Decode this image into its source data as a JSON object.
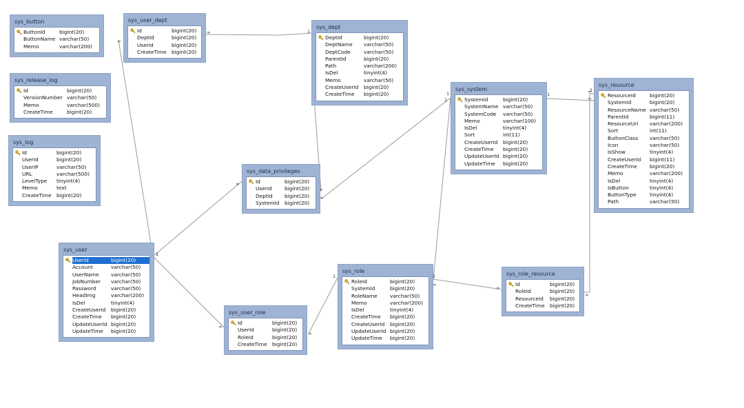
{
  "tables": [
    {
      "id": "sys_button",
      "title": "sys_button",
      "nw": 52,
      "tw": 60,
      "cols": [
        {
          "name": "ButtonId",
          "type": "bigint(20)",
          "pk": true
        },
        {
          "name": "ButtonName",
          "type": "varchar(50)"
        },
        {
          "name": "Memo",
          "type": "varchar(200)"
        }
      ]
    },
    {
      "id": "sys_user_dept",
      "title": "sys_user_dept",
      "nw": 50,
      "tw": 46,
      "cols": [
        {
          "name": "Id",
          "type": "bigint(20)",
          "pk": true
        },
        {
          "name": "DeptId",
          "type": "bigint(20)"
        },
        {
          "name": "UserId",
          "type": "bigint(20)"
        },
        {
          "name": "CreateTime",
          "type": "bigint(20)"
        }
      ]
    },
    {
      "id": "sys_dept",
      "title": "sys_dept",
      "nw": 56,
      "tw": 58,
      "cols": [
        {
          "name": "DeptId",
          "type": "bigint(20)",
          "pk": true
        },
        {
          "name": "DeptName",
          "type": "varchar(50)"
        },
        {
          "name": "DeptCode",
          "type": "varchar(50)"
        },
        {
          "name": "ParentId",
          "type": "bigint(20)"
        },
        {
          "name": "Path",
          "type": "varchar(200)"
        },
        {
          "name": "IsDel",
          "type": "tinyint(4)"
        },
        {
          "name": "Memo",
          "type": "varchar(50)"
        },
        {
          "name": "CreateUserId",
          "type": "bigint(20)"
        },
        {
          "name": "CreateTime",
          "type": "bigint(20)"
        }
      ]
    },
    {
      "id": "sys_release_log",
      "title": "sys_release_log",
      "nw": 63,
      "tw": 62,
      "cols": [
        {
          "name": "Id",
          "type": "bigint(20)",
          "pk": true
        },
        {
          "name": "VersionNumber",
          "type": "varchar(50)"
        },
        {
          "name": "Memo",
          "type": "varchar(500)"
        },
        {
          "name": "CreateTime",
          "type": "bigint(20)"
        }
      ]
    },
    {
      "id": "sys_log",
      "title": "sys_log",
      "nw": 50,
      "tw": 60,
      "cols": [
        {
          "name": "Id",
          "type": "bigint(20)",
          "pk": true
        },
        {
          "name": "UserId",
          "type": "bigint(20)"
        },
        {
          "name": "UserIP",
          "type": "varchar(50)"
        },
        {
          "name": "URL",
          "type": "varchar(500)"
        },
        {
          "name": "LevelType",
          "type": "tinyint(4)"
        },
        {
          "name": "Memo",
          "type": "text"
        },
        {
          "name": "CreateTime",
          "type": "bigint(20)"
        }
      ]
    },
    {
      "id": "sys_system",
      "title": "sys_system",
      "nw": 56,
      "tw": 62,
      "cols": [
        {
          "name": "SystemId",
          "type": "bigint(20)",
          "pk": true
        },
        {
          "name": "SystemName",
          "type": "varchar(50)"
        },
        {
          "name": "SystemCode",
          "type": "varchar(50)"
        },
        {
          "name": "Memo",
          "type": "varchar(100)"
        },
        {
          "name": "IsDel",
          "type": "tinyint(4)"
        },
        {
          "name": "Sort",
          "type": "int(11)"
        },
        {
          "name": "CreateUserId",
          "type": "bigint(20)"
        },
        {
          "name": "CreateTime",
          "type": "bigint(20)"
        },
        {
          "name": "UpdateUserId",
          "type": "bigint(20)"
        },
        {
          "name": "UpdateTime",
          "type": "bigint(20)"
        }
      ]
    },
    {
      "id": "sys_resource",
      "title": "sys_resource",
      "nw": 61,
      "tw": 62,
      "cols": [
        {
          "name": "ResourceId",
          "type": "bigint(20)",
          "pk": true
        },
        {
          "name": "SystemId",
          "type": "bigint(20)"
        },
        {
          "name": "ResourceName",
          "type": "varchar(50)"
        },
        {
          "name": "ParentId",
          "type": "bigint(11)"
        },
        {
          "name": "ResourceUrl",
          "type": "varchar(200)"
        },
        {
          "name": "Sort",
          "type": "int(11)"
        },
        {
          "name": "ButtonClass",
          "type": "varchar(50)"
        },
        {
          "name": "Icon",
          "type": "varchar(50)"
        },
        {
          "name": "IsShow",
          "type": "tinyint(4)"
        },
        {
          "name": "CreateUserId",
          "type": "bigint(11)"
        },
        {
          "name": "CreateTime",
          "type": "bigint(20)"
        },
        {
          "name": "Memo",
          "type": "varchar(200)"
        },
        {
          "name": "IsDel",
          "type": "tinyint(4)"
        },
        {
          "name": "IsButton",
          "type": "tinyint(4)"
        },
        {
          "name": "ButtonType",
          "type": "tinyint(4)"
        },
        {
          "name": "Path",
          "type": "varchar(50)"
        }
      ]
    },
    {
      "id": "sys_data_privileges",
      "title": "sys_data_privileges",
      "nw": 42,
      "tw": 50,
      "cols": [
        {
          "name": "Id",
          "type": "bigint(20)",
          "pk": true
        },
        {
          "name": "UserId",
          "type": "bigint(20)"
        },
        {
          "name": "DeptId",
          "type": "bigint(20)"
        },
        {
          "name": "SystemId",
          "type": "bigint(20)"
        }
      ]
    },
    {
      "id": "sys_user",
      "title": "sys_user",
      "nw": 56,
      "tw": 60,
      "cols": [
        {
          "name": "UserId",
          "type": "bigint(20)",
          "pk": true,
          "sel": true
        },
        {
          "name": "Account",
          "type": "varchar(50)"
        },
        {
          "name": "UserName",
          "type": "varchar(50)"
        },
        {
          "name": "JobNumber",
          "type": "varchar(50)"
        },
        {
          "name": "Password",
          "type": "varchar(50)"
        },
        {
          "name": "HeadImg",
          "type": "varchar(200)"
        },
        {
          "name": "IsDel",
          "type": "tinyint(4)"
        },
        {
          "name": "CreateUserId",
          "type": "bigint(20)"
        },
        {
          "name": "CreateTime",
          "type": "bigint(20)"
        },
        {
          "name": "UpdateUserId",
          "type": "bigint(20)"
        },
        {
          "name": "UpdateTime",
          "type": "bigint(20)"
        }
      ]
    },
    {
      "id": "sys_role",
      "title": "sys_role",
      "nw": 56,
      "tw": 50,
      "cols": [
        {
          "name": "RoleId",
          "type": "bigint(20)",
          "pk": true
        },
        {
          "name": "SystemId",
          "type": "bigint(20)"
        },
        {
          "name": "RoleName",
          "type": "varchar(50)"
        },
        {
          "name": "Memo",
          "type": "varchar(200)"
        },
        {
          "name": "IsDel",
          "type": "tinyint(4)"
        },
        {
          "name": "CreateTime",
          "type": "bigint(20)"
        },
        {
          "name": "CreateUserId",
          "type": "bigint(20)"
        },
        {
          "name": "UpdateUserId",
          "type": "bigint(20)"
        },
        {
          "name": "UpdateTime",
          "type": "bigint(20)"
        }
      ]
    },
    {
      "id": "sys_user_role",
      "title": "sys_user_role",
      "nw": 50,
      "tw": 46,
      "cols": [
        {
          "name": "Id",
          "type": "bigint(20)",
          "pk": true
        },
        {
          "name": "UserId",
          "type": "bigint(20)"
        },
        {
          "name": "RoleId",
          "type": "bigint(20)"
        },
        {
          "name": "CreateTime",
          "type": "bigint(20)"
        }
      ]
    },
    {
      "id": "sys_role_resource",
      "title": "sys_role_resource",
      "nw": 50,
      "tw": 46,
      "cols": [
        {
          "name": "Id",
          "type": "bigint(20)",
          "pk": true
        },
        {
          "name": "RoleId",
          "type": "bigint(20)"
        },
        {
          "name": "ResourceId",
          "type": "bigint(20)"
        },
        {
          "name": "CreateTime",
          "type": "bigint(20)"
        }
      ]
    }
  ],
  "relations": [
    {
      "from": "sys_dept",
      "to": "sys_user_dept",
      "card_one": "1",
      "card_many": "∞"
    },
    {
      "from": "sys_dept",
      "to": "sys_data_privileges",
      "card_one": "1",
      "card_many": "∞"
    },
    {
      "from": "sys_system",
      "to": "sys_data_privileges",
      "card_one": "1",
      "card_many": "∞"
    },
    {
      "from": "sys_system",
      "to": "sys_resource",
      "card_one": "1",
      "card_many": "∞"
    },
    {
      "from": "sys_system",
      "to": "sys_role",
      "card_one": "1",
      "card_many": "∞"
    },
    {
      "from": "sys_resource",
      "to": "sys_resource",
      "card_one": "1",
      "card_many": "∞"
    },
    {
      "from": "sys_resource",
      "to": "sys_role_resource",
      "card_one": "1",
      "card_many": "∞"
    },
    {
      "from": "sys_role",
      "to": "sys_role_resource",
      "card_one": "1",
      "card_many": "∞"
    },
    {
      "from": "sys_role",
      "to": "sys_user_role",
      "card_one": "1",
      "card_many": "∞"
    },
    {
      "from": "sys_user",
      "to": "sys_user_role",
      "card_one": "1",
      "card_many": "∞"
    },
    {
      "from": "sys_user",
      "to": "sys_user_dept",
      "card_one": "1",
      "card_many": "∞"
    },
    {
      "from": "sys_user",
      "to": "sys_data_privileges",
      "card_one": "1",
      "card_many": "∞"
    }
  ],
  "colors": {
    "header": "#9fb3d4",
    "line": "#9a9a9a",
    "selection": "#1e6fd0",
    "key": "#e0b020"
  },
  "icons": {
    "primary_key": "key-icon"
  }
}
